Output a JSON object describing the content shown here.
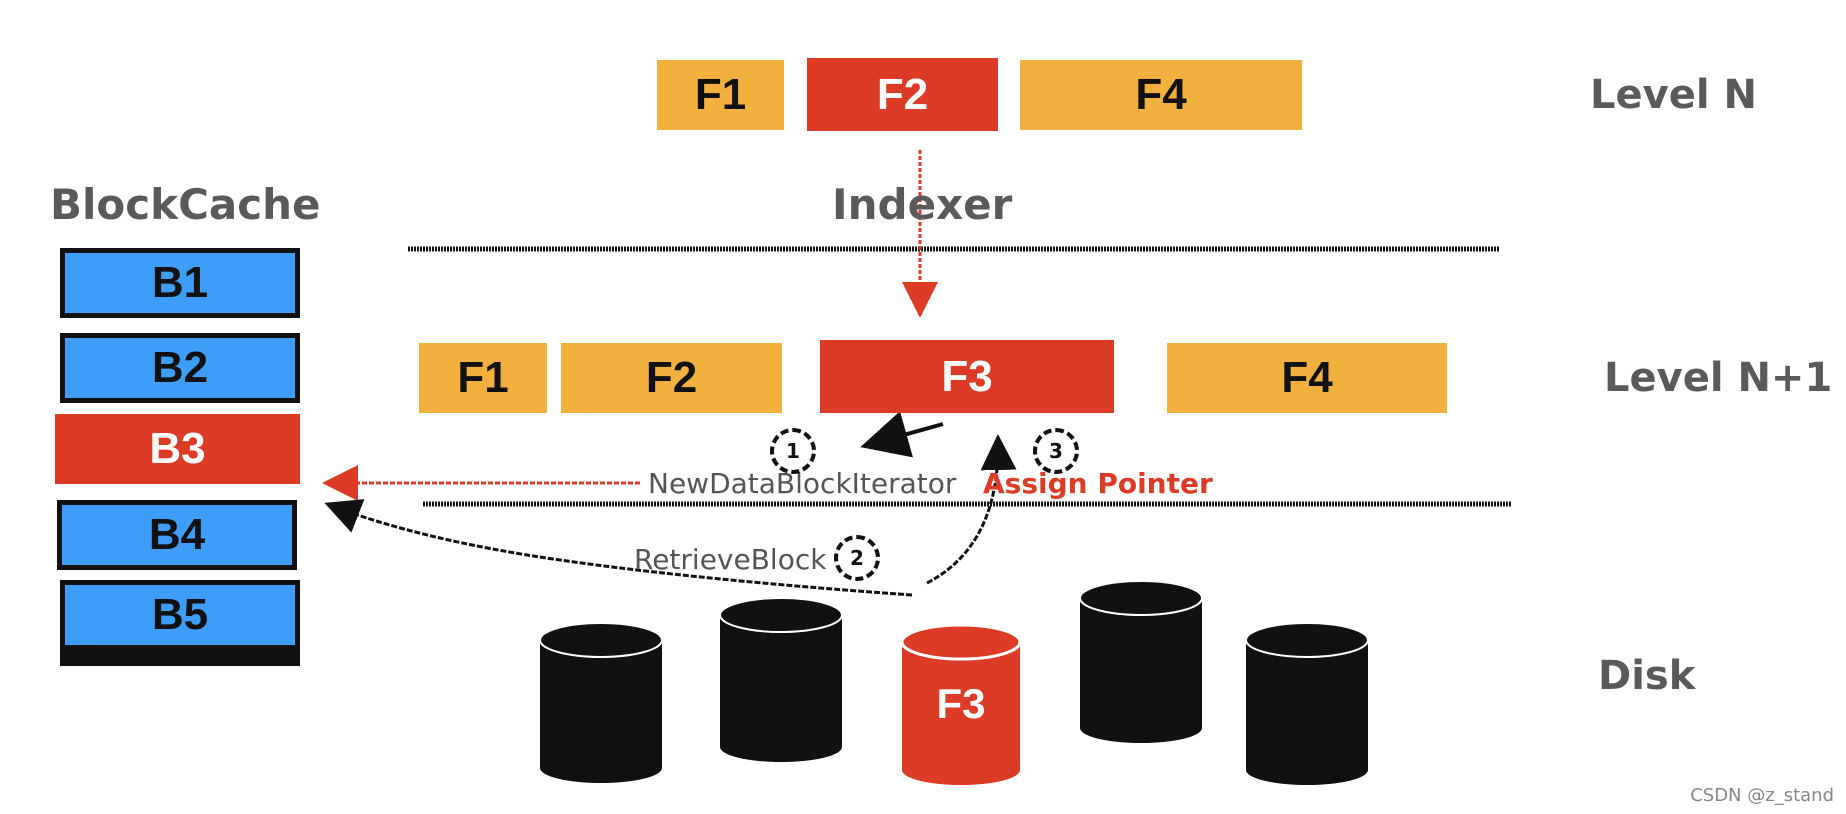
{
  "levels": {
    "top": "Level N",
    "middle": "Level N+1",
    "disk": "Disk"
  },
  "headings": {
    "blockcache": "BlockCache",
    "indexer": "Indexer"
  },
  "level_n_files": [
    "F1",
    "F2",
    "F4"
  ],
  "level_n1_files": [
    "F1",
    "F2",
    "F3",
    "F4"
  ],
  "blocks": [
    "B1",
    "B2",
    "B3",
    "B4",
    "B5"
  ],
  "disk_file": "F3",
  "operations": {
    "new_iterator": "NewDataBlockIterator",
    "assign_pointer": "Assign Pointer",
    "retrieve_block": "RetrieveBlock"
  },
  "steps": [
    "1",
    "2",
    "3"
  ],
  "colors": {
    "orange": "#f2b03f",
    "red": "#dc3b25",
    "blue": "#3d9df8",
    "black": "#111111",
    "gray_text": "#5a5a5a"
  },
  "watermark": "CSDN @z_stand"
}
